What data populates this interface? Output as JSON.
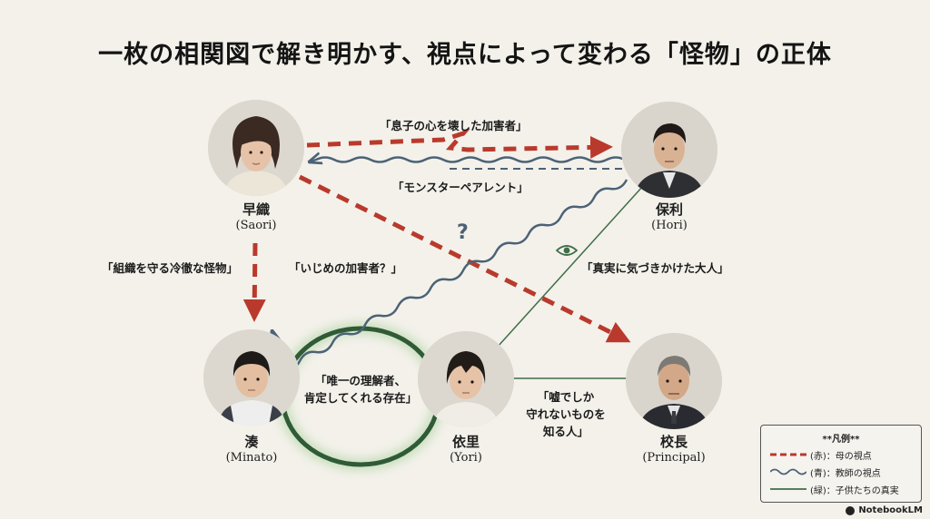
{
  "title": "一枚の相関図で解き明かす、視点によって変わる「怪物」の正体",
  "characters": {
    "saori": {
      "jp": "早織",
      "en": "(Saori)"
    },
    "hori": {
      "jp": "保利",
      "en": "(Hori)"
    },
    "minato": {
      "jp": "湊",
      "en": "(Minato)"
    },
    "yori": {
      "jp": "依里",
      "en": "(Yori)"
    },
    "principal": {
      "jp": "校長",
      "en": "(Principal)"
    }
  },
  "relations": {
    "saori_to_hori": "「息子の心を壊した加害者」",
    "hori_to_saori": "「モンスターペアレント」",
    "saori_to_minato": "「組織を守る冷徹な怪物」",
    "hori_to_minato": "「いじめの加害者？」",
    "question": "?",
    "yori_to_hori": "「真実に気づきかけた大人」",
    "minato_yori_line1": "「唯一の理解者、",
    "minato_yori_line2": "肯定してくれる存在」",
    "yori_principal_line1": "「嘘でしか",
    "yori_principal_line2": "守れないものを",
    "yori_principal_line3": "知る人」"
  },
  "legend": {
    "title": "**凡例**",
    "red": "(赤)：母の視点",
    "blue": "(青)：教師の視点",
    "green": "(緑)：子供たちの真実"
  },
  "colors": {
    "red": "#b93a2c",
    "blue": "#4c6276",
    "green": "#3f6e48",
    "background": "#f3f1ea"
  },
  "badge": "NotebookLM"
}
